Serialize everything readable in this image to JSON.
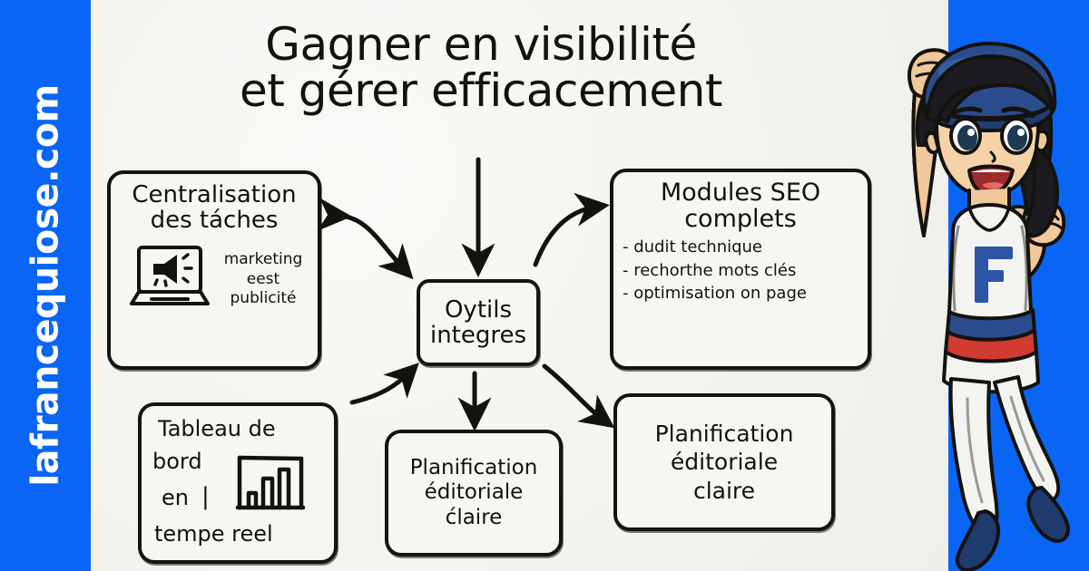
{
  "colors": {
    "brand_blue": "#0a65f5",
    "paper_cream": "#f4f3ee",
    "ink_black": "#14120f",
    "logo_blue": "#2c55a8",
    "belt_red": "#d23b30",
    "cap_blue": "#2b4c8c",
    "skin": "#f0c89a"
  },
  "watermark": {
    "site_name": "lafrancequiose.com"
  },
  "title": {
    "line1": "Gagner en visibilité",
    "line2": "et gérer efficacement"
  },
  "boxes": {
    "centralisation": {
      "heading_line1": "Centralisation",
      "heading_line2": "des táches",
      "icon": "laptop-megaphone-icon",
      "caption_line1": "marketing",
      "caption_line2": "eest",
      "caption_line3": "publicité"
    },
    "seo": {
      "heading_line1": "Modules SEO",
      "heading_line2": "complets",
      "bullets": [
        "- dudit technique",
        "- rechorthe mots clés",
        "- optimisation on page"
      ]
    },
    "outils": {
      "line1": "Oytils",
      "line2": "integres"
    },
    "tableau": {
      "line1": "Tableau de",
      "line2": "bord",
      "line3": "en",
      "tick": "|",
      "line4": "tempe reel",
      "icon": "bar-chart-icon"
    },
    "plan_center": {
      "line1": "Planification",
      "line2": "éditoriale",
      "line3": "ćlaire"
    },
    "plan_right": {
      "line1": "Planification",
      "line2": "éditoriale",
      "line3": "claire"
    }
  },
  "arrows": [
    {
      "name": "title-to-outils",
      "kind": "straight-down",
      "from": "title",
      "to": "outils"
    },
    {
      "name": "centralisation-outils",
      "kind": "double-headed-curve",
      "from": "centralisation",
      "to": "outils"
    },
    {
      "name": "outils-to-seo",
      "kind": "curve-up-right",
      "from": "outils",
      "to": "seo"
    },
    {
      "name": "tableau-to-outils",
      "kind": "curve-up-right",
      "from": "tableau",
      "to": "outils"
    },
    {
      "name": "outils-to-plan-center",
      "kind": "straight-down",
      "from": "outils",
      "to": "plan_center"
    },
    {
      "name": "outils-to-plan-right",
      "kind": "curve-down-right",
      "from": "outils",
      "to": "plan_right"
    }
  ],
  "character": {
    "description": "cheering-anime-woman-illustration",
    "jersey_letter": "F"
  }
}
